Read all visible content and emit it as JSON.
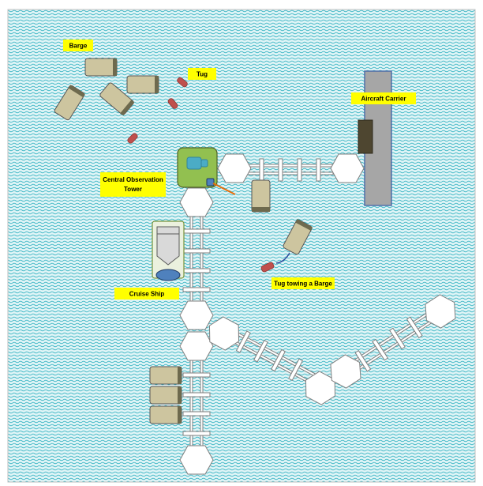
{
  "colors": {
    "water": "#35b3c2",
    "water_bg": "#dff4f6",
    "label_bg": "#ffff00",
    "barge_fill": "#cdc59f",
    "barge_end": "#6e6a4e",
    "tug": "#c0504d",
    "tower_fill": "#92c050",
    "carrier": "#a6a6a6",
    "carrier_border": "#4f6fa8",
    "island": "#4e4630"
  },
  "labels": {
    "barge": "Barge",
    "tug": "Tug",
    "aircraft_carrier": "Aircraft Carrier",
    "tower_line1": "Central Observation",
    "tower_line2": "Tower",
    "cruise_ship": "Cruise Ship",
    "tug_towing": "Tug towing a Barge"
  }
}
